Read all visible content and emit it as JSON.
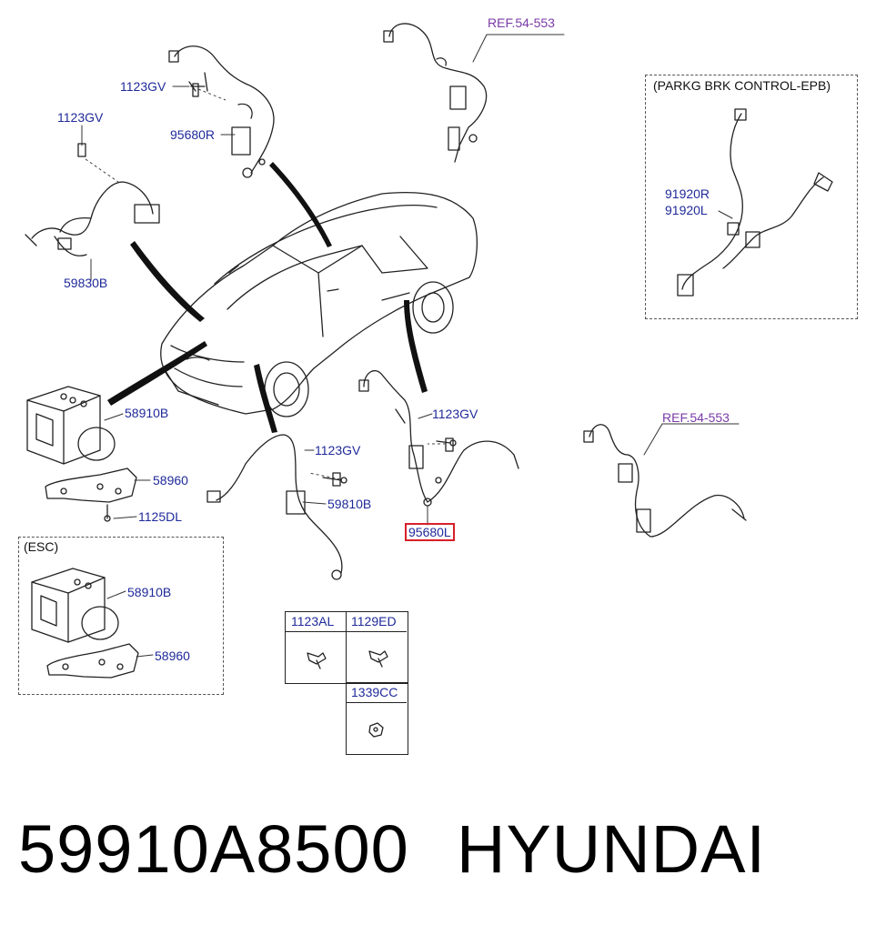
{
  "diagram": {
    "labels": {
      "front_right_bolt": "1123GV",
      "front_right_sensor": "95680R",
      "front_left_bolt": "1123GV",
      "front_left_sensor": "59830B",
      "hydraulic_unit": "58910B",
      "bracket": "58960",
      "bracket_bolt": "1125DL",
      "middle_bolt": "1123GV",
      "middle_sensor": "59810B",
      "rear_left_bolt": "1123GV",
      "rear_left_sensor": "95680L",
      "epb_right": "91920R",
      "epb_left": "91920L",
      "esc_hydraulic_unit": "58910B",
      "esc_bracket": "58960"
    },
    "refs": {
      "top_ref": "REF.54-553",
      "rear_ref": "REF.54-553"
    },
    "boxes": {
      "epb_title": "(PARKG BRK CONTROL-EPB)",
      "esc_title": "(ESC)"
    },
    "fastener_table": {
      "cells": [
        "1123AL",
        "1129ED",
        "1339CC"
      ]
    }
  },
  "footer": {
    "part_number": "59910A8500",
    "brand": "HYUNDAI"
  },
  "colors": {
    "label": "#1f2a9a",
    "ref": "#7a3aa8",
    "highlight": "#d8202a"
  }
}
